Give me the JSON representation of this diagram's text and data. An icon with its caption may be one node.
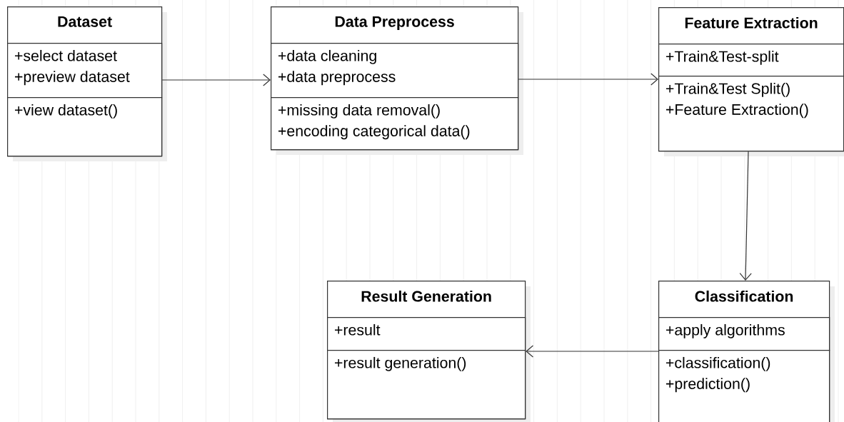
{
  "diagram": {
    "nodes": [
      {
        "text": [
          "Dataset"
        ]
      },
      {
        "text": [
          "+select dataset",
          "+preview dataset"
        ],
        "in": 0
      },
      {
        "text": [
          "+view dataset()"
        ],
        "in": 0
      },
      {
        "text": [
          "Data Preprocess"
        ]
      },
      {
        "text": [
          "+data cleaning",
          "+data preprocess"
        ],
        "in": 3
      },
      {
        "text": [
          "+missing data removal()",
          "+encoding categorical data()"
        ],
        "in": 3
      },
      {
        "text": [
          "Feature Extraction"
        ]
      },
      {
        "text": [
          "+Train&Test-split"
        ],
        "in": 6
      },
      {
        "text": [
          "+Train&Test Split()",
          "+Feature Extraction()"
        ],
        "in": 6
      },
      {
        "text": [
          "Result Generation"
        ]
      },
      {
        "text": [
          "+result"
        ],
        "in": 9
      },
      {
        "text": [
          "+result generation()"
        ],
        "in": 9
      },
      {
        "text": [
          "Classification"
        ]
      },
      {
        "text": [
          "+apply algorithms"
        ],
        "in": 12
      },
      {
        "text": [
          "+classification()",
          "+prediction()"
        ],
        "in": 12
      }
    ],
    "edges": [
      {
        "from": 0,
        "to": 3,
        "arrow": "to"
      },
      {
        "from": 3,
        "to": 6,
        "arrow": "to"
      },
      {
        "from": 6,
        "to": 12,
        "arrow": "to"
      },
      {
        "from": 12,
        "to": 9,
        "arrow": "to"
      }
    ]
  }
}
